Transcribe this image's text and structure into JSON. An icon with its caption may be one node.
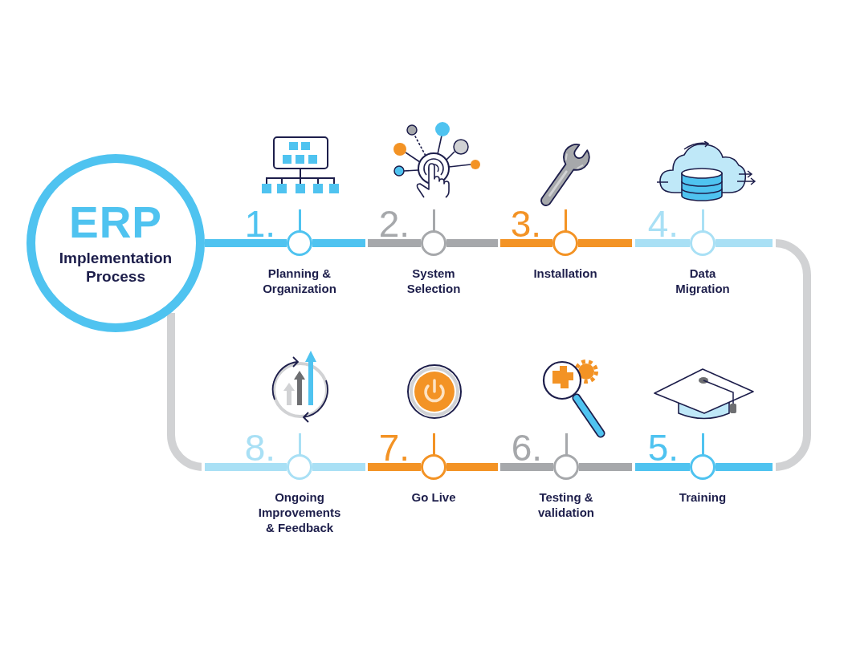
{
  "diagram": {
    "nodes": [
      {
        "text": [
          "ERP",
          "Implementation Process"
        ]
      },
      {
        "text": [
          "Planning & Organization"
        ],
        "beside": [
          "1."
        ]
      },
      {
        "text": [
          "System Selection"
        ],
        "beside": [
          "2."
        ]
      },
      {
        "text": [
          "Installation"
        ],
        "beside": [
          "3."
        ]
      },
      {
        "text": [
          "Data Migration"
        ],
        "beside": [
          "4."
        ]
      },
      {
        "text": [
          "Training"
        ],
        "beside": [
          "5."
        ]
      },
      {
        "text": [
          "Testing & validation"
        ],
        "beside": [
          "6."
        ]
      },
      {
        "text": [
          "Go Live"
        ],
        "beside": [
          "7."
        ]
      },
      {
        "text": [
          "Ongoing Improvements & Feedback"
        ],
        "beside": [
          "8."
        ]
      }
    ],
    "edges": [
      {
        "from": 0,
        "to": 1,
        "arrow": "none"
      },
      {
        "from": 1,
        "to": 2,
        "arrow": "none"
      },
      {
        "from": 2,
        "to": 3,
        "arrow": "none"
      },
      {
        "from": 3,
        "to": 4,
        "arrow": "none"
      },
      {
        "from": 4,
        "to": 5,
        "arrow": "none"
      },
      {
        "from": 5,
        "to": 6,
        "arrow": "none"
      },
      {
        "from": 6,
        "to": 7,
        "arrow": "none"
      },
      {
        "from": 7,
        "to": 8,
        "arrow": "none"
      },
      {
        "from": 8,
        "to": 0,
        "arrow": "none"
      }
    ]
  }
}
